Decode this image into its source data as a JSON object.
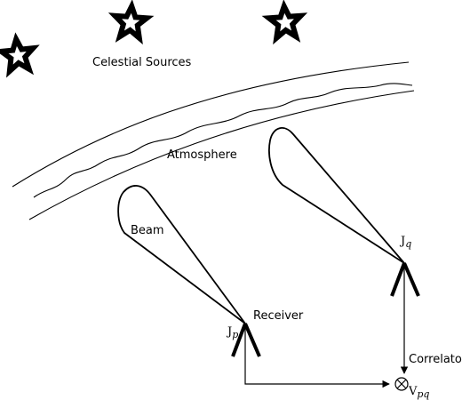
{
  "labels": {
    "celestial_sources": "Celestial Sources",
    "atmosphere": "Atmosphere",
    "beam": "Beam",
    "receiver": "Receiver",
    "correlator": "Correlator"
  },
  "math_labels": {
    "jones_p_base": "J",
    "jones_p_sub": "p",
    "jones_q_base": "J",
    "jones_q_sub": "q",
    "visibility_base": "V",
    "visibility_sub": "pq"
  },
  "icons": {
    "star": "star-icon",
    "antenna": "antenna-icon",
    "correlator": "multiplier-icon"
  },
  "colors": {
    "stroke": "#000000",
    "background": "#ffffff"
  }
}
